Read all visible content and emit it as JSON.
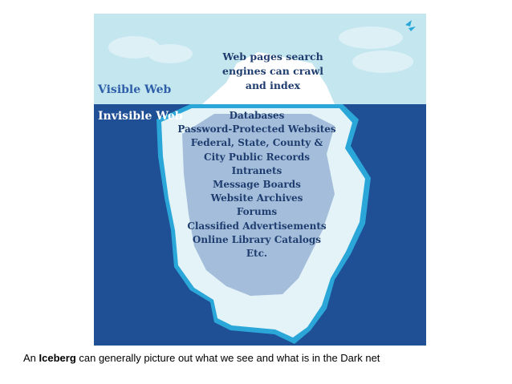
{
  "diagram": {
    "visible_label": "Visible Web",
    "invisible_label": "Invisible Web",
    "tip_lines": [
      "Web pages search",
      "engines can crawl",
      "and index"
    ],
    "hidden_items": [
      "Databases",
      "Password-Protected Websites",
      "Federal, State, County &",
      "City Public Records",
      "Intranets",
      "Message Boards",
      "Website Archives",
      "Forums",
      "Classified Advertisements",
      "Online Library Catalogs",
      "Etc."
    ],
    "colors": {
      "sky": "#c4e6ef",
      "ocean": "#1f4f95",
      "ice": "#e3f3f7",
      "ice_edge": "#2aa7d8"
    }
  },
  "caption": {
    "prefix": "An ",
    "bold": "Iceberg",
    "suffix": " can generally picture out what we see and what is in the Dark net"
  }
}
